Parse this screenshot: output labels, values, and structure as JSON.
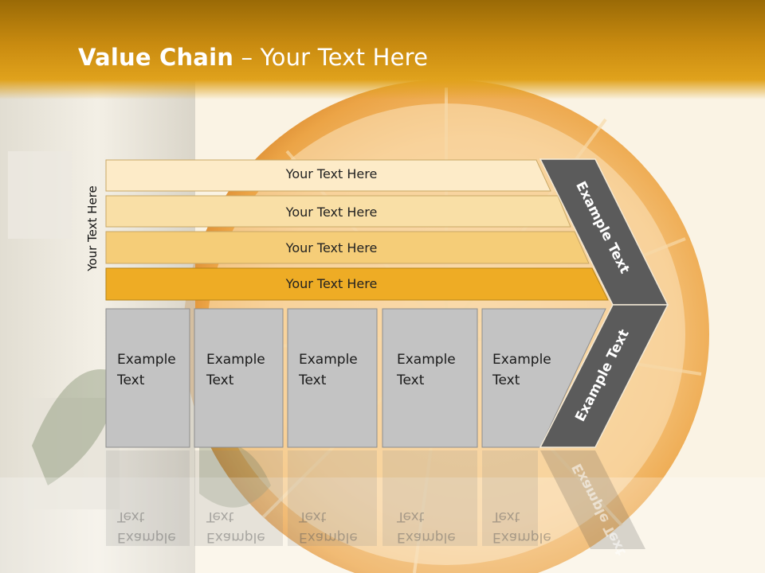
{
  "title": {
    "bold": "Value Chain",
    "rest": " – Your Text Here"
  },
  "side_label": "Your Text Here",
  "bars": [
    "Your Text Here",
    "Your Text Here",
    "Your Text Here",
    "Your Text Here"
  ],
  "boxes": [
    {
      "line1": "Example",
      "line2": "Text"
    },
    {
      "line1": "Example",
      "line2": "Text"
    },
    {
      "line1": "Example",
      "line2": "Text"
    },
    {
      "line1": "Example",
      "line2": "Text"
    },
    {
      "line1": "Example",
      "line2": "Text"
    }
  ],
  "chevron": {
    "upper": "Example Text",
    "lower": "Example Text"
  },
  "colors": {
    "bar1": "#fdebc8",
    "bar2": "#f9dfa6",
    "bar3": "#f5cd78",
    "bar4": "#eeac25",
    "box": "#c3c3c3",
    "chevron": "#5a5a5a",
    "header": "#d99a14"
  }
}
